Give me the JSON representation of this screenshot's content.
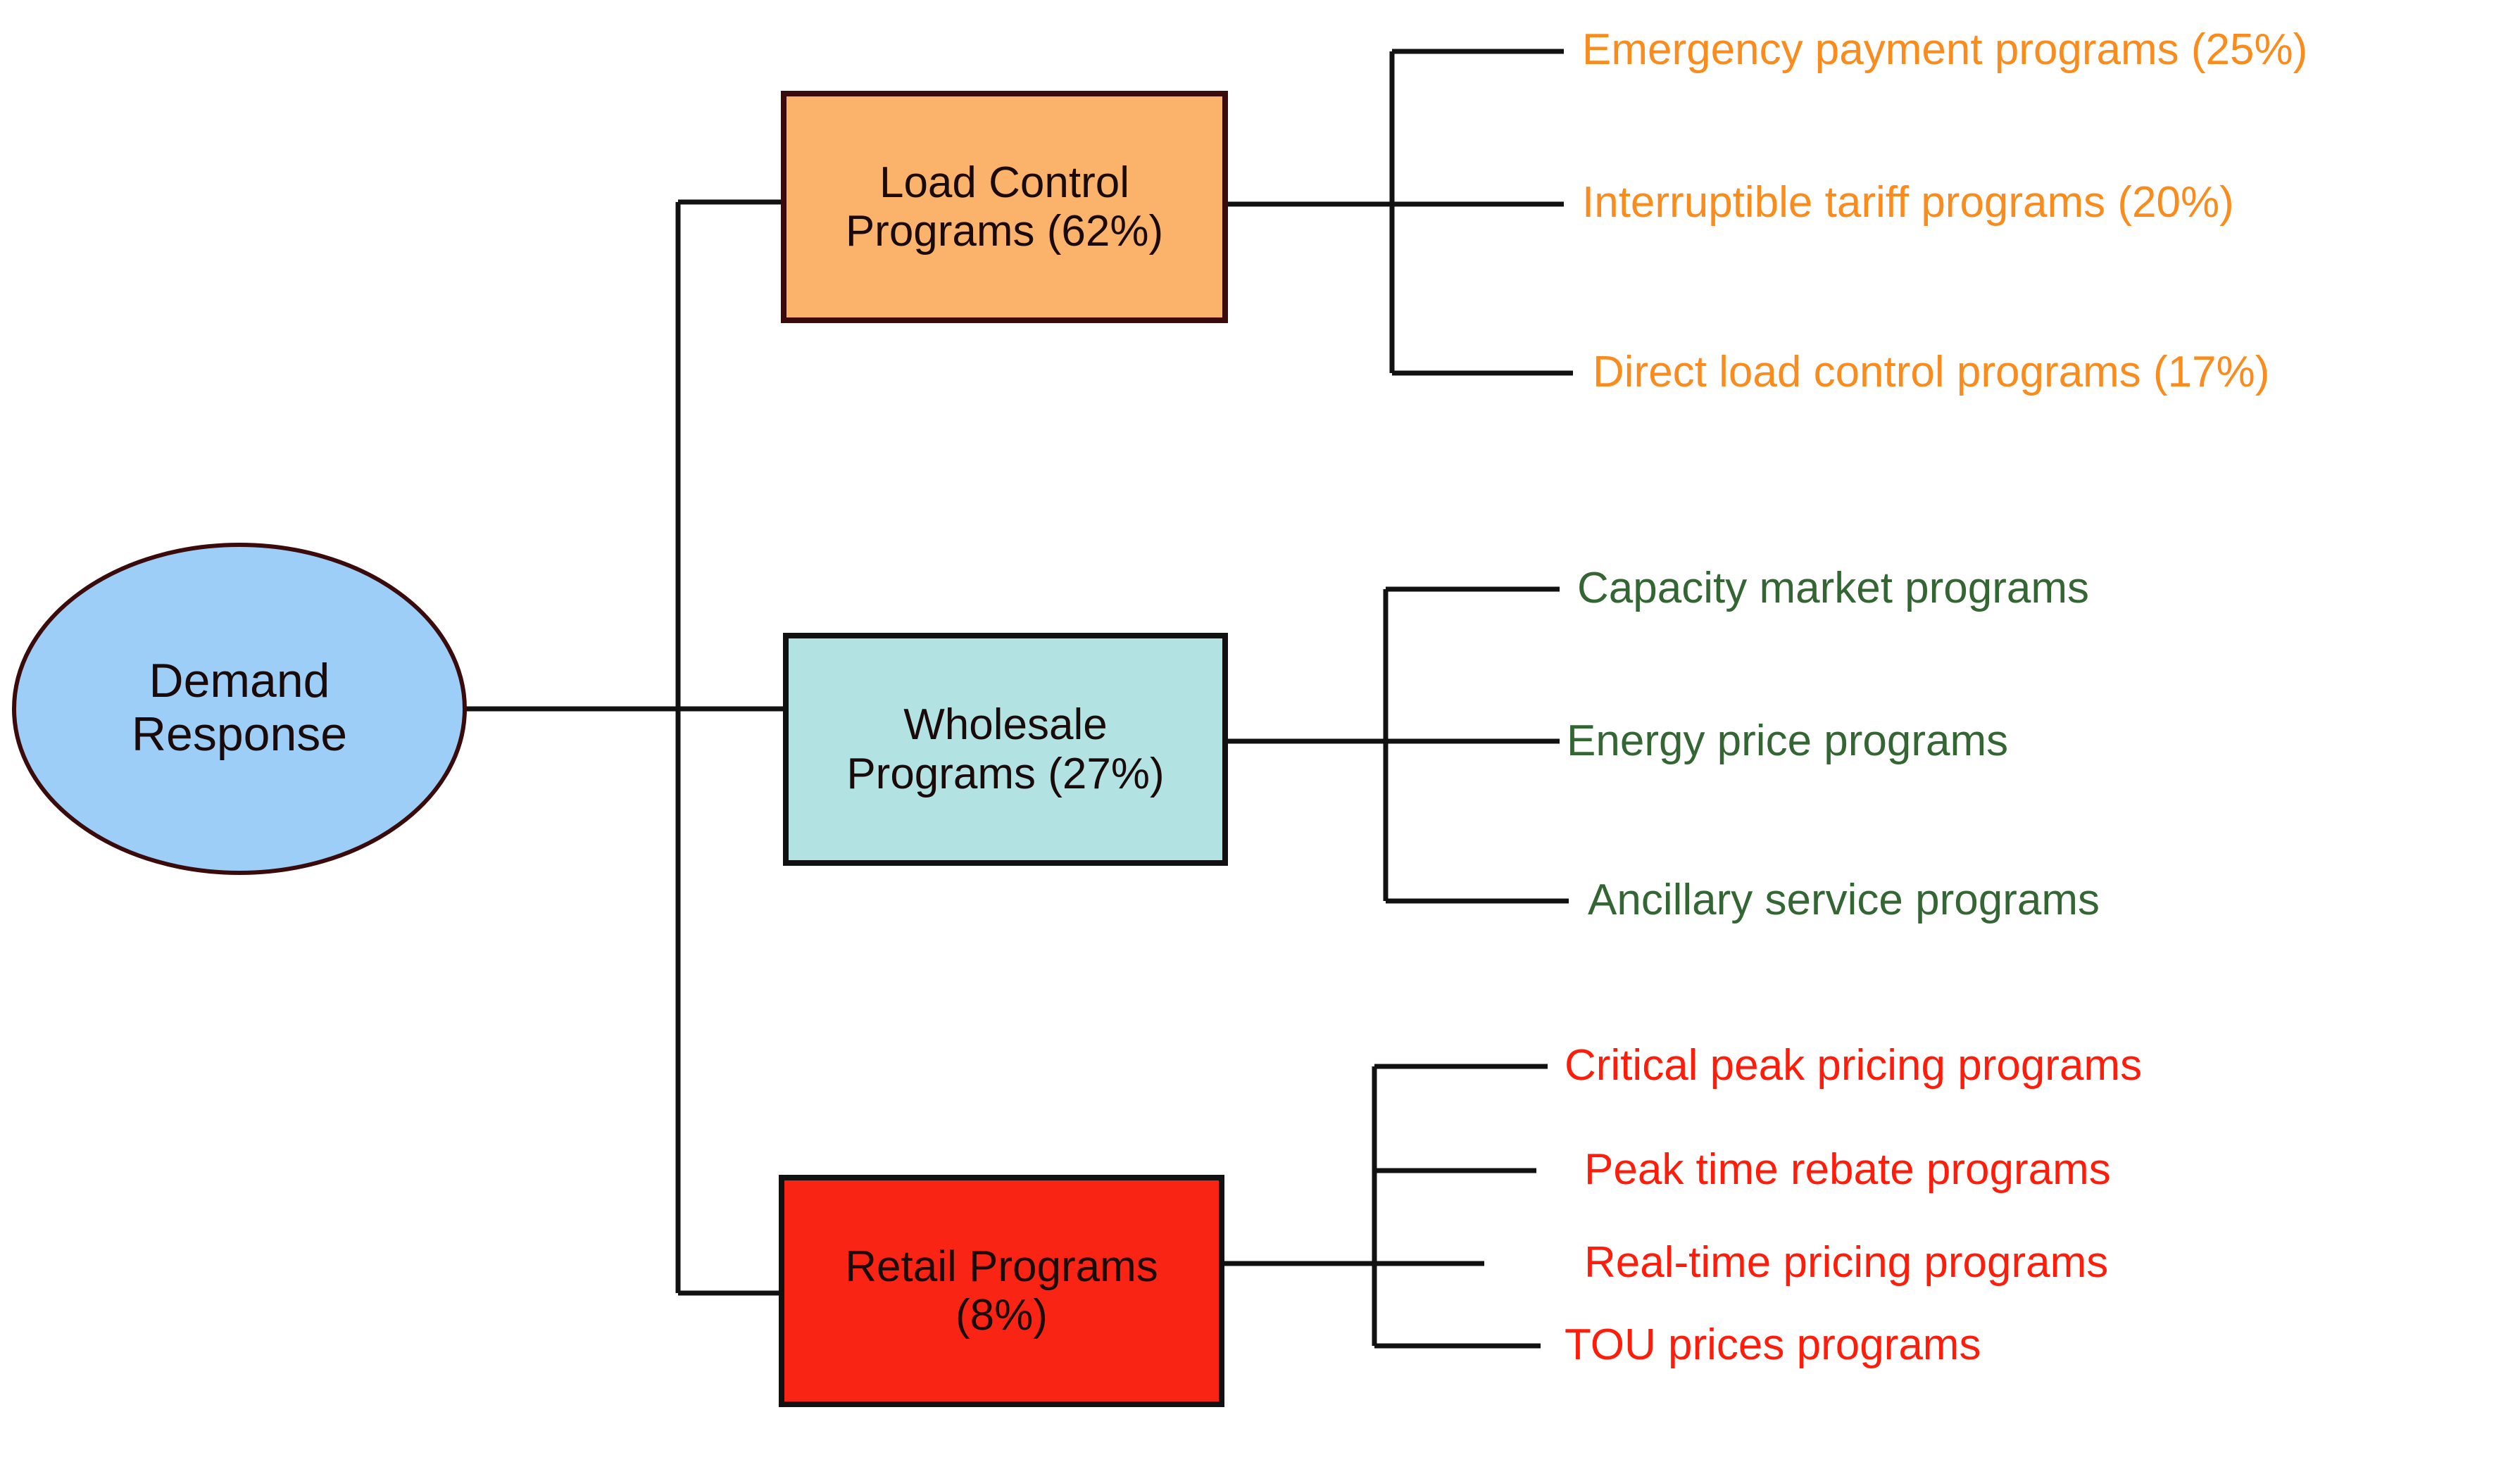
{
  "diagram": {
    "type": "tree-hierarchy",
    "title_root": "Demand Response",
    "root": {
      "id": "demand-response",
      "label": "Demand\nResponse",
      "shape": "ellipse",
      "fill_color": "#9CCEF8",
      "stroke_color": "#3B0A0A",
      "text_color": "#1A0A0A"
    },
    "branches": [
      {
        "id": "load-control-programs",
        "label": "Load Control\nPrograms (62%)",
        "share_percent": 62,
        "shape": "rectangle",
        "fill_color": "#FBB36C",
        "stroke_color": "#3B0A0A",
        "text_color": "#1A0A0A",
        "leaf_text_color": "#F98C1D",
        "leaves": [
          {
            "label": "Emergency payment programs (25%)",
            "share_percent": 25
          },
          {
            "label": "Interruptible tariff programs (20%)",
            "share_percent": 20
          },
          {
            "label": "Direct load control programs (17%)",
            "share_percent": 17
          }
        ]
      },
      {
        "id": "wholesale-programs",
        "label": "Wholesale\nPrograms (27%)",
        "share_percent": 27,
        "shape": "rectangle",
        "fill_color": "#B2E2E2",
        "stroke_color": "#111111",
        "text_color": "#1A0A0A",
        "leaf_text_color": "#336633",
        "leaves": [
          {
            "label": "Capacity market programs",
            "share_percent": null
          },
          {
            "label": "Energy price programs",
            "share_percent": null
          },
          {
            "label": "Ancillary service programs",
            "share_percent": null
          }
        ]
      },
      {
        "id": "retail-programs",
        "label": "Retail Programs\n(8%)",
        "share_percent": 8,
        "shape": "rectangle",
        "fill_color": "#FA2414",
        "stroke_color": "#111111",
        "text_color": "#1A0A0A",
        "leaf_text_color": "#FE1C0A",
        "leaves": [
          {
            "label": "Critical peak pricing programs",
            "share_percent": null
          },
          {
            "label": "Peak time rebate programs",
            "share_percent": null
          },
          {
            "label": "Real-time pricing programs",
            "share_percent": null
          },
          {
            "label": "TOU prices programs",
            "share_percent": null
          }
        ]
      }
    ],
    "connector_color": "#111111"
  }
}
